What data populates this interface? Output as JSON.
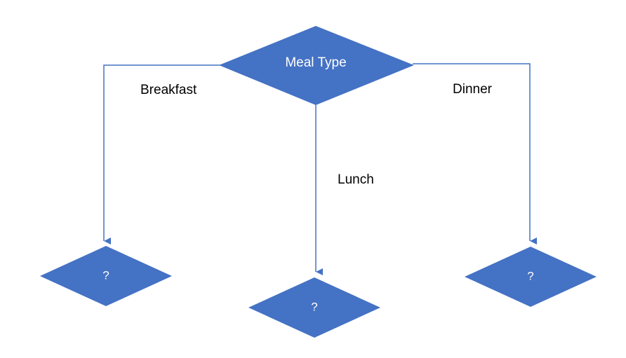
{
  "diagram": {
    "colors": {
      "node_fill": "#4472C4",
      "connector": "#4472C4",
      "node_text": "#FFFFFF",
      "label_text": "#000000"
    },
    "root": {
      "label": "Meal Type"
    },
    "branches": [
      {
        "label": "Breakfast",
        "child": "?"
      },
      {
        "label": "Lunch",
        "child": "?"
      },
      {
        "label": "Dinner",
        "child": "?"
      }
    ]
  }
}
